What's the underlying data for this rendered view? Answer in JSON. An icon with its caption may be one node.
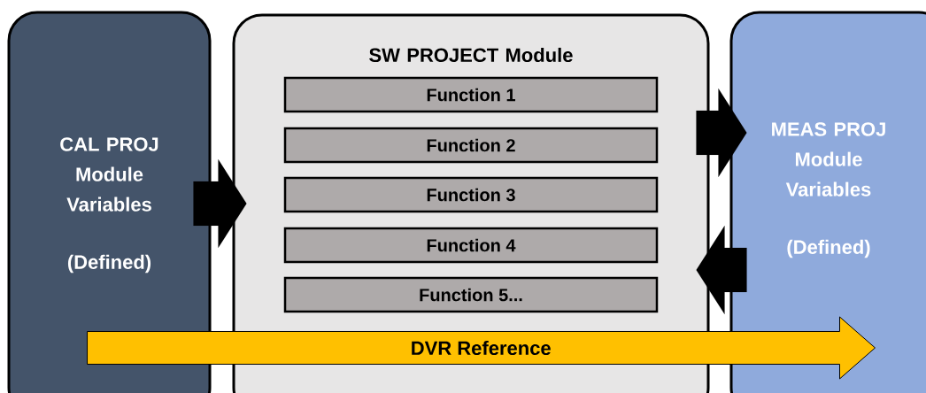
{
  "diagram": {
    "nodes": [
      {
        "text": [
          "CAL PROJ Module Variables",
          "(Defined)"
        ]
      },
      {
        "text": [
          "SW PROJECT Module"
        ]
      },
      {
        "text": [
          "Function 1"
        ],
        "in": 1
      },
      {
        "text": [
          "Function 2"
        ],
        "in": 1
      },
      {
        "text": [
          "Function 3"
        ],
        "in": 1
      },
      {
        "text": [
          "Function 4"
        ],
        "in": 1
      },
      {
        "text": [
          "Function 5..."
        ],
        "in": 1
      },
      {
        "text": [
          "MEAS PROJ Module Variables",
          "(Defined)"
        ]
      }
    ],
    "edges": [
      {
        "from": 0,
        "to": 1,
        "arrow": "to"
      },
      {
        "from": 1,
        "to": 7,
        "arrow": "to"
      },
      {
        "from": 7,
        "to": 1,
        "arrow": "to"
      },
      {
        "from": 0,
        "to": 7,
        "arrow": "to",
        "label": "DVR Reference",
        "color": "#ffc000"
      }
    ]
  }
}
